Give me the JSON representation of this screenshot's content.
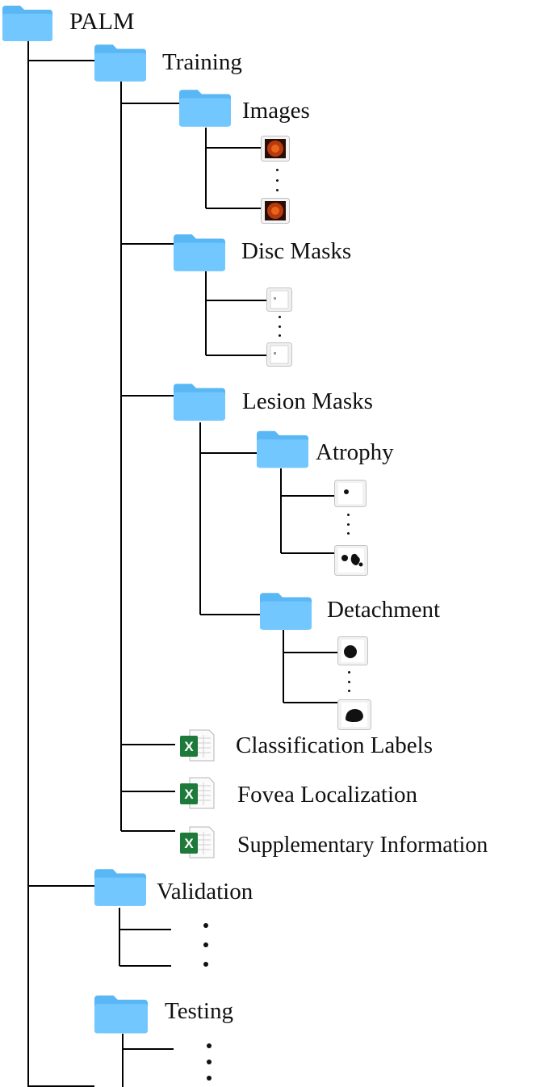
{
  "colors": {
    "folder": "#72c7ff",
    "folder_tab": "#5ab7f5",
    "line": "#000000",
    "excel_green": "#1e7a3a"
  },
  "tree": {
    "root": {
      "label": "PALM",
      "icon": "folder-icon"
    },
    "training": {
      "label": "Training",
      "icon": "folder-icon"
    },
    "images": {
      "label": "Images",
      "icon": "folder-icon",
      "file_icon": "fundus-image-thumbnail-icon"
    },
    "disc_masks": {
      "label": "Disc Masks",
      "icon": "folder-icon",
      "file_icon": "blank-mask-thumbnail-icon"
    },
    "lesion_masks": {
      "label": "Lesion Masks",
      "icon": "folder-icon"
    },
    "atrophy": {
      "label": "Atrophy",
      "icon": "folder-icon",
      "file_icon": "atrophy-mask-thumbnail-icon"
    },
    "detachment": {
      "label": "Detachment",
      "icon": "folder-icon",
      "file_icon": "detachment-mask-thumbnail-icon"
    },
    "classification_labels": {
      "label": "Classification Labels",
      "icon": "excel-file-icon"
    },
    "fovea_localization": {
      "label": "Fovea Localization",
      "icon": "excel-file-icon"
    },
    "supplementary_information": {
      "label": "Supplementary Information",
      "icon": "excel-file-icon"
    },
    "validation": {
      "label": "Validation",
      "icon": "folder-icon"
    },
    "testing": {
      "label": "Testing",
      "icon": "folder-icon"
    }
  }
}
